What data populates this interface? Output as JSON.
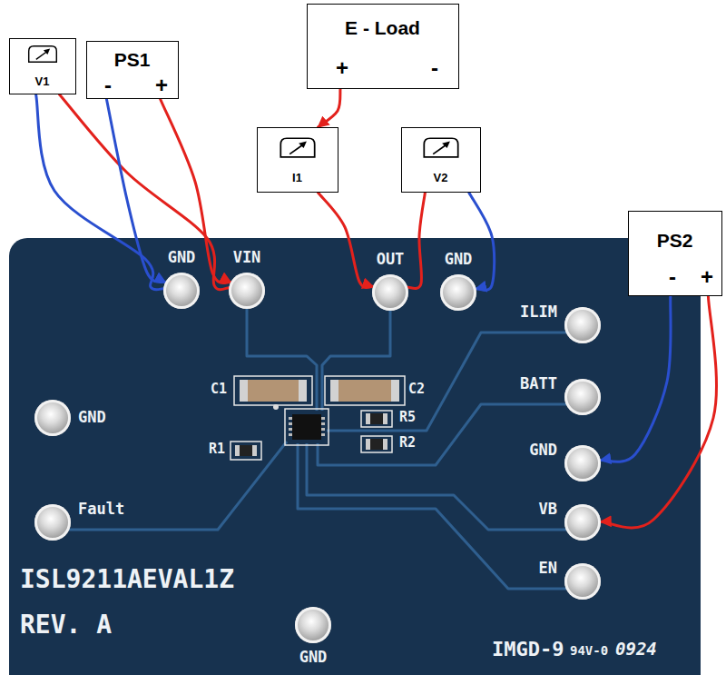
{
  "diagram": {
    "nodes": [
      {
        "text": [
          "V1"
        ]
      },
      {
        "text": [
          "PS1",
          "-",
          "+"
        ]
      },
      {
        "text": [
          "E - Load",
          "+",
          "-"
        ]
      },
      {
        "text": [
          "I1"
        ]
      },
      {
        "text": [
          "V2"
        ]
      },
      {
        "text": [
          "PS2",
          "-",
          "+"
        ]
      },
      {
        "text": [
          "ISL9211AEVAL1Z",
          "REV. A"
        ]
      },
      {
        "text": [
          "GND"
        ],
        "in": 6
      },
      {
        "text": [
          "VIN"
        ],
        "in": 6
      },
      {
        "text": [
          "OUT"
        ],
        "in": 6
      },
      {
        "text": [
          "GND"
        ],
        "in": 6
      },
      {
        "text": [
          "ILIM"
        ],
        "in": 6
      },
      {
        "text": [
          "BATT"
        ],
        "in": 6
      },
      {
        "text": [
          "GND"
        ],
        "in": 6
      },
      {
        "text": [
          "VB"
        ],
        "in": 6
      },
      {
        "text": [
          "EN"
        ],
        "in": 6
      },
      {
        "text": [
          "GND"
        ],
        "in": 6
      },
      {
        "text": [
          "Fault"
        ],
        "in": 6
      },
      {
        "text": [
          "GND"
        ],
        "in": 6
      }
    ],
    "edges": [
      {
        "from": 0,
        "to": 7,
        "arrow": "none"
      },
      {
        "from": 0,
        "to": 8,
        "arrow": "none"
      },
      {
        "from": 1,
        "to": 7,
        "arrow": "to"
      },
      {
        "from": 1,
        "to": 8,
        "arrow": "to"
      },
      {
        "from": 2,
        "to": 3,
        "arrow": "to"
      },
      {
        "from": 3,
        "to": 9,
        "arrow": "to"
      },
      {
        "from": 4,
        "to": 9,
        "arrow": "none"
      },
      {
        "from": 4,
        "to": 10,
        "arrow": "to"
      },
      {
        "from": 5,
        "to": 13,
        "arrow": "to"
      },
      {
        "from": 5,
        "to": 14,
        "arrow": "to"
      }
    ],
    "labels": [
      "C1",
      "C2",
      "R1",
      "R5",
      "R2",
      "IMGD-9",
      "94V-0",
      "0924"
    ]
  }
}
